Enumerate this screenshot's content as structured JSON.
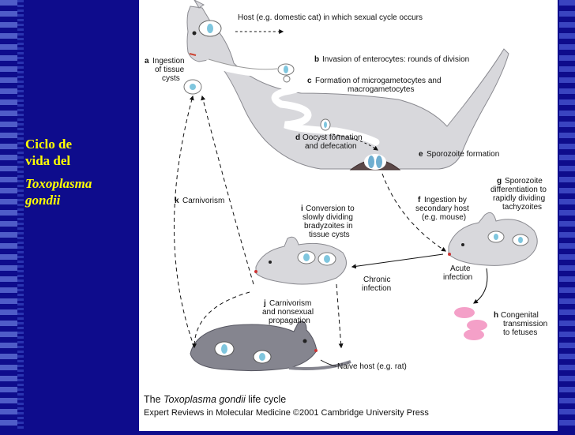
{
  "slide": {
    "title_line1": "Ciclo de",
    "title_line2": "vida del",
    "title_italic1": "Toxoplasma",
    "title_italic2": "gondii"
  },
  "figure": {
    "host_label": "Host (e.g. domestic cat) in which sexual cycle occurs",
    "a_letter": "a",
    "a_text": [
      "Ingestion",
      "of tissue",
      "cysts"
    ],
    "b_letter": "b",
    "b_text": "Invasion of enterocytes: rounds of division",
    "c_letter": "c",
    "c_text": [
      "Formation of microgametocytes and",
      "macrogametocytes"
    ],
    "d_letter": "d",
    "d_text": [
      "Oocyst formation",
      "and defecation"
    ],
    "e_letter": "e",
    "e_text": "Sporozoite formation",
    "f_letter": "f",
    "f_text": [
      "Ingestion by",
      "secondary host",
      "(e.g. mouse)"
    ],
    "g_letter": "g",
    "g_text": [
      "Sporozoite",
      "differentiation to",
      "rapidly dividing",
      "tachyzoites"
    ],
    "h_letter": "h",
    "h_text": [
      "Congenital",
      "transmission",
      "to fetuses"
    ],
    "i_letter": "i",
    "i_text": [
      "Conversion to",
      "slowly dividing",
      "bradyzoites in",
      "tissue cysts"
    ],
    "j_letter": "j",
    "j_text": [
      "Carnivorism",
      "and nonsexual",
      "propagation"
    ],
    "k_letter": "k",
    "k_text": "Carnivorism",
    "acute": [
      "Acute",
      "infection"
    ],
    "chronic": [
      "Chronic",
      "infection"
    ],
    "naive": "Naive host (e.g. rat)",
    "caption_pre": "The ",
    "caption_italic": "Toxoplasma gondii",
    "caption_post": " life cycle",
    "credit": "Expert Reviews in Molecular Medicine ©2001 Cambridge University Press"
  },
  "colors": {
    "background": "#0e0c8c",
    "title_text": "#ffff00",
    "animal_fill": "#d8d8dc",
    "rat_fill": "#85858f",
    "fetus_fill": "#f4a0c8",
    "parasite_blue": "#7fc6de"
  }
}
